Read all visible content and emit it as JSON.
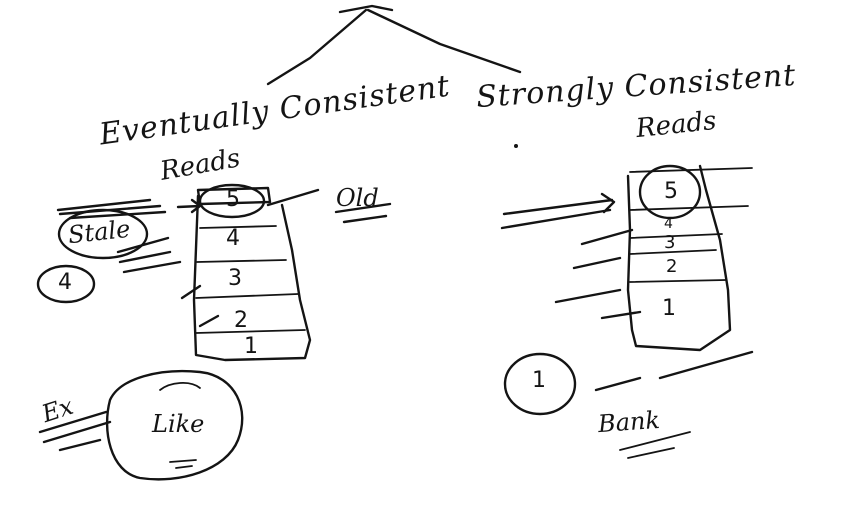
{
  "diagram": {
    "left_branch": {
      "title_line1": "Eventually Consistent",
      "title_line2": "Reads",
      "stack_values": [
        "5",
        "4",
        "3",
        "2",
        "1"
      ],
      "side_label": "Stale",
      "side_circle_value": "4",
      "old_label": "Old",
      "example_label": "Ex",
      "example_item": "Like"
    },
    "right_branch": {
      "title_line1": "Strongly Consistent",
      "title_line2": "Reads",
      "stack_values": [
        "5",
        "4",
        "3",
        "2",
        "1"
      ],
      "circle_value": "1",
      "example_item": "Bank"
    },
    "ink_color": "#141414",
    "background_color": "#ffffff"
  }
}
